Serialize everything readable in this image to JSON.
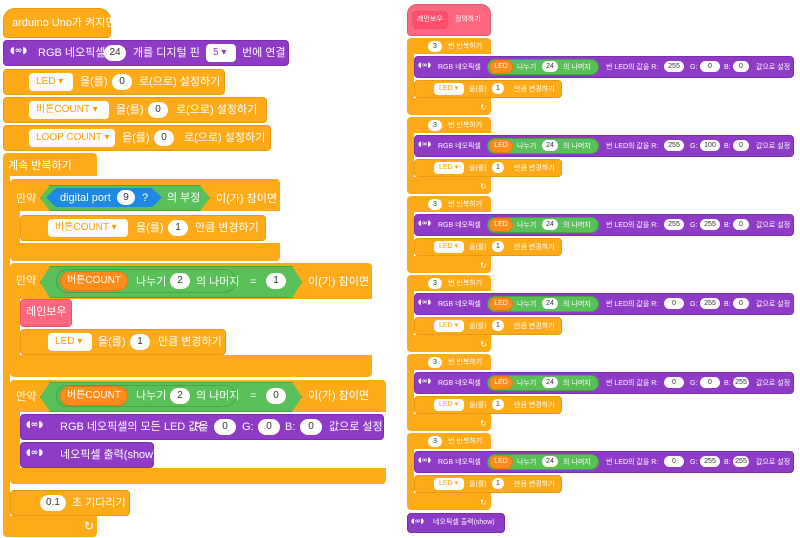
{
  "left": {
    "hat": "arduino Uno가 켜지면",
    "neopixel_connect": {
      "pre": "RGB 네오픽셀",
      "count": "24",
      "mid": "개를 디지털 핀",
      "pin": "5",
      "post": "번에 연결"
    },
    "set_vars": [
      {
        "var": "LED",
        "a": "을(를)",
        "val": "0",
        "b": "로(으로) 설정하기"
      },
      {
        "var": "버튼COUNT",
        "a": "을(를)",
        "val": "0",
        "b": "로(으로) 설정하기"
      },
      {
        "var": "LOOP COUNT",
        "a": "을(를)",
        "val": "0",
        "b": "로(으로) 설정하기"
      }
    ],
    "forever": "계속 반복하기",
    "if1": {
      "if": "만약",
      "digital": "digital port",
      "port": "9",
      "q": "?",
      "neg": "의 부정",
      "then": "이(가) 참이면",
      "change": {
        "var": "버튼COUNT",
        "a": "을(를)",
        "val": "1",
        "b": "만큼 변경하기"
      }
    },
    "if2": {
      "if": "만약",
      "var": "버튼COUNT",
      "div": "나누기",
      "n": "2",
      "rem": "의 나머지",
      "eq": "=",
      "cmp": "1",
      "then": "이(가) 참이면",
      "call": "레인보우",
      "change": {
        "var": "LED",
        "a": "을(를)",
        "val": "1",
        "b": "만큼 변경하기"
      }
    },
    "if3": {
      "if": "만약",
      "var": "버튼COUNT",
      "div": "나누기",
      "n": "2",
      "rem": "의 나머지",
      "eq": "=",
      "cmp": "0",
      "then": "이(가) 참이면",
      "set_all": {
        "pre": "RGB 네오픽셀의 모든 LED 값을",
        "r_lbl": "R:",
        "r": "0",
        "g_lbl": "G:",
        "g": "0",
        "b_lbl": "B:",
        "b": "0",
        "post": "값으로 설정"
      },
      "show": "네오픽셀 출력(show)"
    },
    "wait": {
      "val": "0.1",
      "post": "초 기다리기"
    },
    "loop_arrow": "↻"
  },
  "right": {
    "define": {
      "name": "레인보우",
      "post": "정의하기"
    },
    "repeats": [
      {
        "times": "3",
        "lbl": "번 반복하기",
        "led": "LED",
        "div": "나누기",
        "n": "24",
        "rem": "의 나머지",
        "mid": "번 LED의 값을 R:",
        "r": "255",
        "g": "0",
        "b": "0",
        "post": "값으로 설정"
      },
      {
        "times": "3",
        "lbl": "번 반복하기",
        "led": "LED",
        "div": "나누기",
        "n": "24",
        "rem": "의 나머지",
        "mid": "번 LED의 값을 R:",
        "r": "255",
        "g": "100",
        "b": "0",
        "post": "값으로 설정"
      },
      {
        "times": "3",
        "lbl": "번 반복하기",
        "led": "LED",
        "div": "나누기",
        "n": "24",
        "rem": "의 나머지",
        "mid": "번 LED의 값을 R:",
        "r": "255",
        "g": "255",
        "b": "0",
        "post": "값으로 설정"
      },
      {
        "times": "3",
        "lbl": "번 반복하기",
        "led": "LED",
        "div": "나누기",
        "n": "24",
        "rem": "의 나머지",
        "mid": "번 LED의 값을 R:",
        "r": "0",
        "g": "255",
        "b": "0",
        "post": "값으로 설정"
      },
      {
        "times": "3",
        "lbl": "번 반복하기",
        "led": "LED",
        "div": "나누기",
        "n": "24",
        "rem": "의 나머지",
        "mid": "번 LED의 값을 R:",
        "r": "0",
        "g": "0",
        "b": "255",
        "post": "값으로 설정"
      },
      {
        "times": "3",
        "lbl": "번 반복하기",
        "led": "LED",
        "div": "나누기",
        "n": "24",
        "rem": "의 나머지",
        "mid": "번 LED의 값을 R:",
        "r": "0",
        "g": "255",
        "b": "255",
        "post": "값으로 설정"
      }
    ],
    "rgb_prefix": "RGB 네오픽셀",
    "g_lbl": "G:",
    "b_lbl": "B:",
    "change": {
      "var": "LED",
      "a": "을(를)",
      "val": "1",
      "b": "만큼 변경하기"
    },
    "show": "네오픽셀 출력(show)"
  },
  "colors": {
    "control": "#ffab19",
    "purple": "#8e3bc7",
    "pink": "#ff6680",
    "green": "#59c059",
    "blue": "#1e88e5"
  },
  "icons": [
    "neopixel-icon",
    "dropdown-arrow-icon",
    "loop-arrow-icon",
    "question-icon"
  ]
}
